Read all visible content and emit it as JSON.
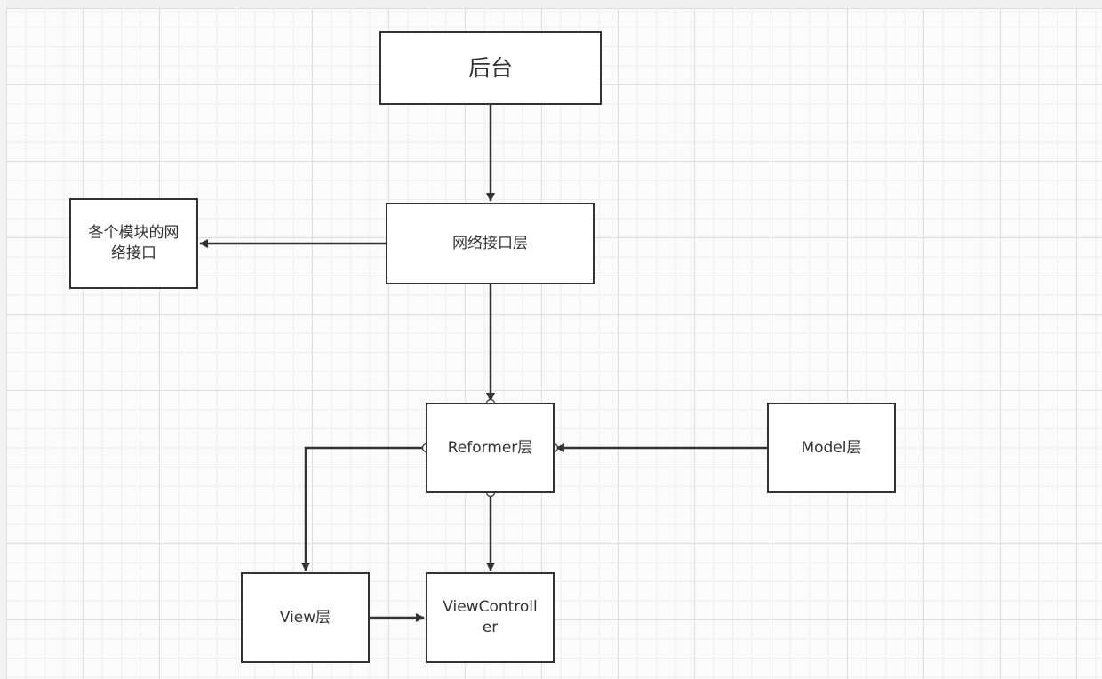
{
  "nodes": {
    "houtai": "后台",
    "network": "网络接口层",
    "modules": "各个模块的网络接口",
    "reformer": "Reformer层",
    "model": "Model层",
    "view": "View层",
    "viewcontroller": "ViewController"
  },
  "edges": [
    {
      "from": "后台",
      "to": "网络接口层"
    },
    {
      "from": "网络接口层",
      "to": "各个模块的网络接口"
    },
    {
      "from": "网络接口层",
      "to": "Reformer层"
    },
    {
      "from": "Model层",
      "to": "Reformer层"
    },
    {
      "from": "Reformer层",
      "to": "View层"
    },
    {
      "from": "Reformer层",
      "to": "ViewController"
    },
    {
      "from": "View层",
      "to": "ViewController"
    }
  ],
  "colors": {
    "stroke": "#333333",
    "node_fill": "#ffffff",
    "grid_major": "#dedede",
    "grid_minor": "#eeeeee"
  }
}
